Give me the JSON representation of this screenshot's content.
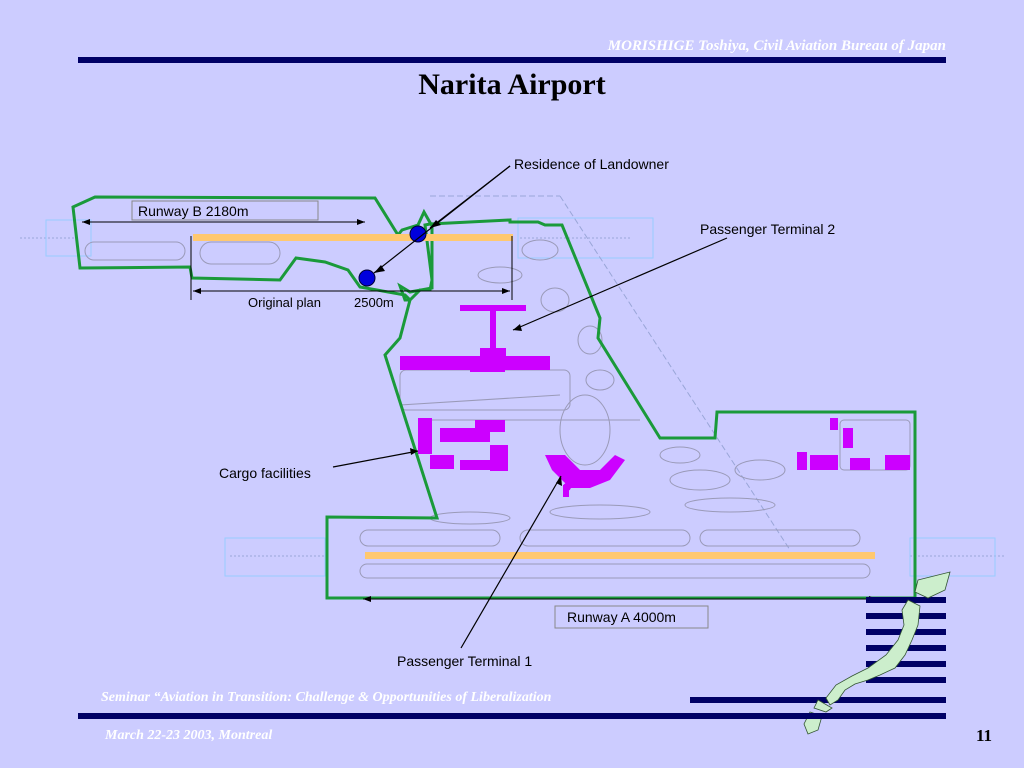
{
  "header": {
    "credit": "MORISHIGE Toshiya, Civil Aviation Bureau of Japan"
  },
  "title": "Narita Airport",
  "diagram": {
    "runway_b": "Runway B 2180m",
    "original_plan": "Original plan",
    "original_length": "2500m",
    "residence": "Residence of Landowner",
    "terminal_2": "Passenger Terminal 2",
    "cargo": "Cargo facilities",
    "runway_a": "Runway A 4000m",
    "terminal_1": "Passenger Terminal 1"
  },
  "footer": {
    "seminar": "Seminar “Aviation in Transition: Challenge & Opportunities of Liberalization",
    "date": "March 22-23 2003, Montreal",
    "page": "11"
  },
  "colors": {
    "background": "#ccccff",
    "rule": "#000066",
    "boundary": "#1a9a3a",
    "runway": "#ffc870",
    "terminal": "#cc00ff",
    "residence_marker": "#0000dd",
    "japan_map": "#cceecc"
  },
  "icons": {
    "map": "japan-map-icon"
  }
}
